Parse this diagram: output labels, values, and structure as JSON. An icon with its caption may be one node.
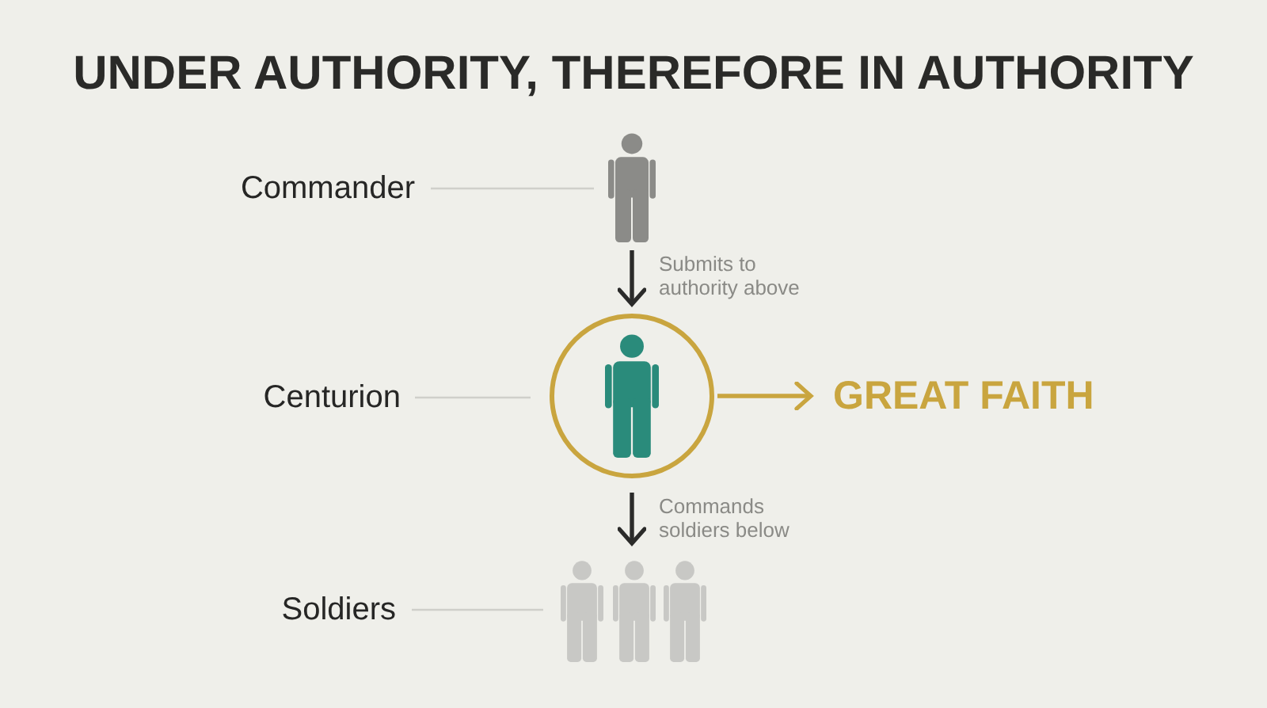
{
  "diagram": {
    "title": "UNDER AUTHORITY, THEREFORE IN AUTHORITY",
    "nodes": [
      {
        "text": [
          "Commander"
        ]
      },
      {
        "text": [],
        "shape": "person"
      },
      {
        "text": [
          "Centurion"
        ]
      },
      {
        "text": [],
        "shape": "circle"
      },
      {
        "text": [],
        "shape": "person",
        "in": 3
      },
      {
        "text": [
          "GREAT FAITH"
        ]
      },
      {
        "text": [
          "Soldiers"
        ]
      },
      {
        "text": [],
        "shape": "person"
      },
      {
        "text": [],
        "shape": "person"
      },
      {
        "text": [],
        "shape": "person"
      }
    ],
    "edges": [
      {
        "from": 0,
        "to": 1,
        "arrow": "none"
      },
      {
        "from": 1,
        "to": 3,
        "arrow": "to",
        "label": "Submits to authority above",
        "color": "#2b2b2a"
      },
      {
        "from": 2,
        "to": 3,
        "arrow": "none"
      },
      {
        "from": 3,
        "to": 5,
        "arrow": "to",
        "color": "#c9a53f"
      },
      {
        "from": 3,
        "to": 8,
        "arrow": "to",
        "label": "Commands soldiers below",
        "color": "#2b2b2a"
      },
      {
        "from": 6,
        "to": 7,
        "arrow": "none"
      }
    ]
  }
}
